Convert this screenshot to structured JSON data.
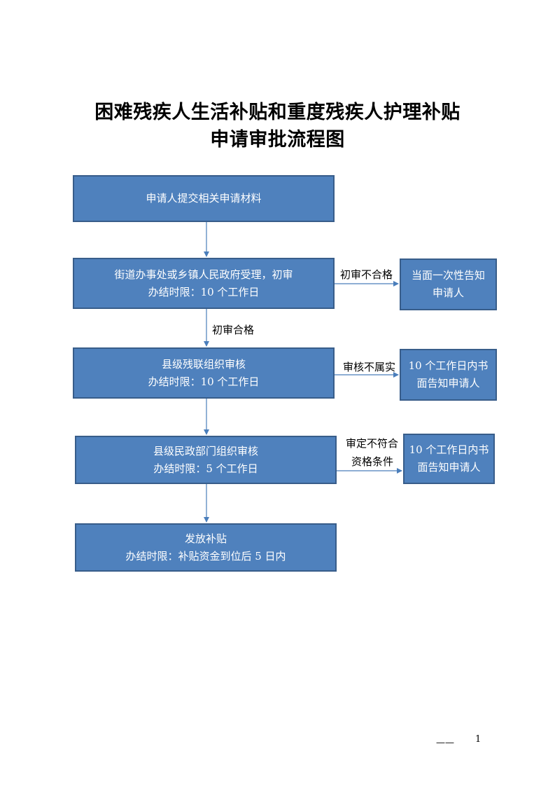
{
  "title": {
    "line1": "困难残疾人生活补贴和重度残疾人护理补贴",
    "line2": "申请审批流程图"
  },
  "steps": [
    {
      "line1": "申请人提交相关申请材料",
      "line2": ""
    },
    {
      "line1": "街道办事处或乡镇人民政府受理，初审",
      "line2": "办结时限：10 个工作日"
    },
    {
      "line1": "县级残联组织审核",
      "line2": "办结时限：10 个工作日"
    },
    {
      "line1": "县级民政部门组织审核",
      "line2": "办结时限：5 个工作日"
    },
    {
      "line1": "发放补贴",
      "line2": "办结时限：补贴资金到位后 5 日内"
    }
  ],
  "rejections": [
    {
      "label": "初审不合格",
      "line1": "当面一次性告知",
      "line2": "申请人"
    },
    {
      "label": "审核不属实",
      "line1": "10 个工作日内书",
      "line2": "面告知申请人"
    },
    {
      "label_line1": "审定不符合",
      "label_line2": "资格条件",
      "line1": "10 个工作日内书",
      "line2": "面告知申请人"
    }
  ],
  "edge_labels": {
    "pass": "初审合格"
  },
  "footer": {
    "line": "——",
    "page": "1"
  },
  "colors": {
    "box_fill": "#4f81bd",
    "box_border": "#385d8a",
    "arrow": "#4a7ebb"
  }
}
